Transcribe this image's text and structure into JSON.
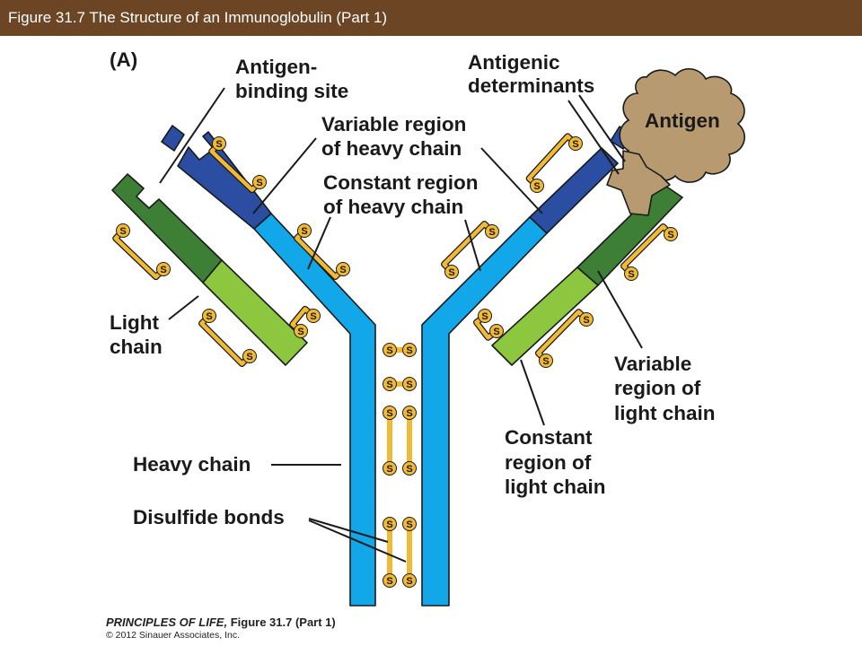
{
  "header": {
    "title": "Figure 31.7  The Structure of an Immunoglobulin (Part 1)"
  },
  "diagram": {
    "panel_label": "(A)",
    "labels": {
      "antigen_binding_site": [
        "Antigen-",
        "binding site"
      ],
      "antigenic_determinants": [
        "Antigenic",
        "determinants"
      ],
      "antigen": "Antigen",
      "variable_region_heavy": [
        "Variable region",
        "of heavy chain"
      ],
      "constant_region_heavy": [
        "Constant region",
        "of heavy chain"
      ],
      "light_chain": [
        "Light",
        "chain"
      ],
      "variable_region_light": [
        "Variable",
        "region of",
        "light chain"
      ],
      "constant_region_light": [
        "Constant",
        "region of",
        "light chain"
      ],
      "heavy_chain": "Heavy chain",
      "disulfide_bonds": "Disulfide bonds"
    },
    "sulfur_symbol": "S",
    "colors": {
      "heavy_constant": "#12a7e8",
      "heavy_variable": "#2b4ea2",
      "light_variable": "#3d7f35",
      "light_constant": "#8dc63f",
      "disulfide_bridge": "#f2b935",
      "antigen": "#b79a70"
    }
  },
  "footer": {
    "book": "PRINCIPLES OF LIFE,",
    "figure": "Figure 31.7 (Part 1)",
    "copyright": "© 2012 Sinauer Associates, Inc."
  }
}
